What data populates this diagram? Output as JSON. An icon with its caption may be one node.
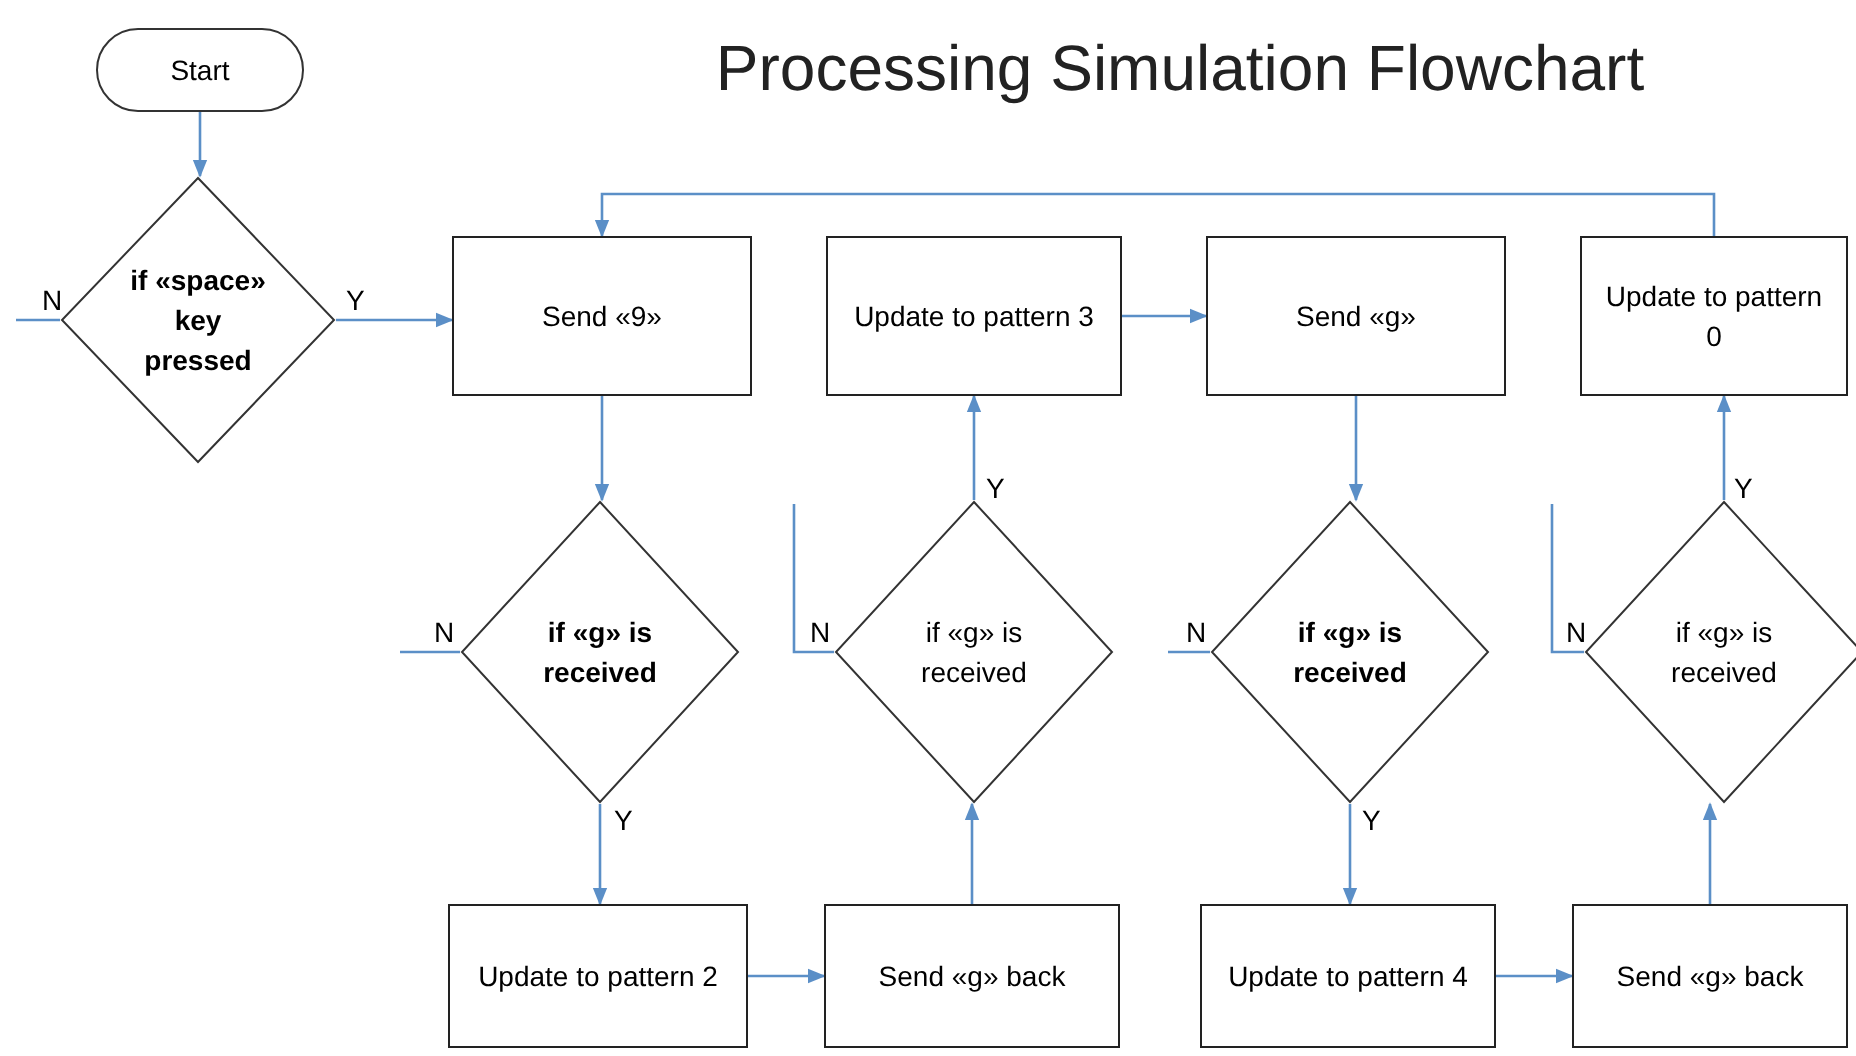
{
  "diagram": {
    "title": "Processing Simulation Flowchart",
    "nodes": [
      {
        "text": [
          "Start"
        ]
      },
      {
        "text": [
          "if «space» key pressed"
        ]
      },
      {
        "text": [
          "Send «9»"
        ]
      },
      {
        "text": [
          "Update to pattern 3"
        ]
      },
      {
        "text": [
          "Send «g»"
        ]
      },
      {
        "text": [
          "Update to pattern 0"
        ]
      },
      {
        "text": [
          "if «g» is received"
        ]
      },
      {
        "text": [
          "if «g» is received"
        ]
      },
      {
        "text": [
          "if «g» is received"
        ]
      },
      {
        "text": [
          "if «g» is received"
        ]
      },
      {
        "text": [
          "Update to pattern 2"
        ]
      },
      {
        "text": [
          "Send «g» back"
        ]
      },
      {
        "text": [
          "Update to pattern 4"
        ]
      },
      {
        "text": [
          "Send «g» back"
        ]
      }
    ],
    "edges": [
      {
        "from": 0,
        "to": 1,
        "arrow": "to"
      },
      {
        "from": 1,
        "to": 2,
        "arrow": "to",
        "label": "Y"
      },
      {
        "from": 1,
        "to": null,
        "arrow": "none",
        "label": "N"
      },
      {
        "from": 2,
        "to": 6,
        "arrow": "to"
      },
      {
        "from": 6,
        "to": 10,
        "arrow": "to",
        "label": "Y"
      },
      {
        "from": 6,
        "to": null,
        "arrow": "none",
        "label": "N"
      },
      {
        "from": 10,
        "to": 11,
        "arrow": "to"
      },
      {
        "from": 11,
        "to": 7,
        "arrow": "to"
      },
      {
        "from": 7,
        "to": 3,
        "arrow": "to",
        "label": "Y"
      },
      {
        "from": 7,
        "to": null,
        "arrow": "none",
        "label": "N"
      },
      {
        "from": 3,
        "to": 4,
        "arrow": "to"
      },
      {
        "from": 4,
        "to": 8,
        "arrow": "to"
      },
      {
        "from": 8,
        "to": 12,
        "arrow": "to",
        "label": "Y"
      },
      {
        "from": 8,
        "to": null,
        "arrow": "none",
        "label": "N"
      },
      {
        "from": 12,
        "to": 13,
        "arrow": "to"
      },
      {
        "from": 13,
        "to": 9,
        "arrow": "to"
      },
      {
        "from": 9,
        "to": 5,
        "arrow": "to",
        "label": "Y"
      },
      {
        "from": 9,
        "to": null,
        "arrow": "none",
        "label": "N"
      },
      {
        "from": 5,
        "to": 2,
        "arrow": "to"
      }
    ]
  }
}
